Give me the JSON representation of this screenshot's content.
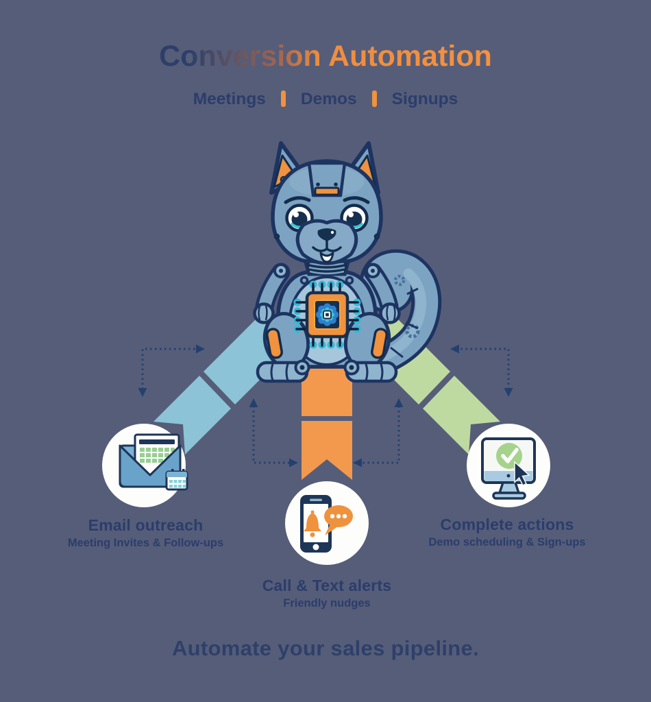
{
  "title": "Conversion Automation",
  "subtitle": {
    "items": [
      "Meetings",
      "Demos",
      "Signups"
    ],
    "separator": "|"
  },
  "mascot": "robot-squirrel",
  "branches": [
    {
      "heading": "Email outreach",
      "subheading": "Meeting Invites & Follow-ups",
      "icon": "email-calendar-icon",
      "ribbon_color": "#8cc3d7"
    },
    {
      "heading": "Call & Text alerts",
      "subheading": "Friendly nudges",
      "icon": "phone-bell-chat-icon",
      "ribbon_color": "#f2994e"
    },
    {
      "heading": "Complete actions",
      "subheading": "Demo scheduling & Sign-ups",
      "icon": "monitor-check-cursor-icon",
      "ribbon_color": "#bedaa0"
    }
  ],
  "tagline": "Automate your sales pipeline.",
  "colors": {
    "background": "#565d79",
    "navy_text": "#2b3d6b",
    "accent_orange": "#f0923e",
    "ribbon_blue": "#8cc3d7",
    "ribbon_orange": "#f2994e",
    "ribbon_green": "#bedaa0",
    "arrow_navy": "#24406e"
  }
}
